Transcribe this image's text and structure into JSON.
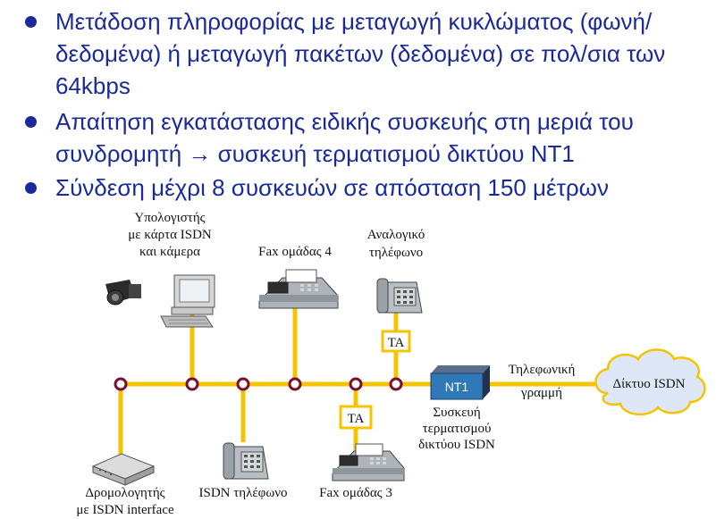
{
  "bullets": [
    "Μετάδοση πληροφορίας με μεταγωγή κυκλώματος (φωνή/δεδομένα) ή μεταγωγή πακέτων (δεδομένα) σε πολ/σια των 64kbps",
    "Απαίτηση εγκατάστασης ειδικής συσκευής στη μεριά του συνδρομητή → συσκευή τερματισμού δικτύου NT1",
    "Σύνδεση μέχρι 8 συσκευών σε απόσταση 150 μέτρων"
  ],
  "colors": {
    "text": "#1a2a9a",
    "bus": "#f5c400",
    "node": "#7a1030",
    "cloud": "#dde7f7"
  },
  "labels": {
    "computer": [
      "Υπολογιστής",
      "με κάρτα ISDN",
      "και κάμερα"
    ],
    "fax4": "Fax ομάδας 4",
    "analog_phone": [
      "Αναλογικό",
      "τηλέφωνο"
    ],
    "ta_top": "TA",
    "ta_bottom": "TA",
    "nt1_box": "NT1",
    "nt1_caption": [
      "Συσκευή",
      "τερματισμού",
      "δικτύου ISDN"
    ],
    "line": [
      "Τηλεφωνική",
      "γραμμή"
    ],
    "network": "Δίκτυο ISDN",
    "router": [
      "Δρομολογητής",
      "με ISDN interface"
    ],
    "isdn_phone": "ISDN τηλέφωνο",
    "fax3": "Fax ομάδας 3"
  }
}
